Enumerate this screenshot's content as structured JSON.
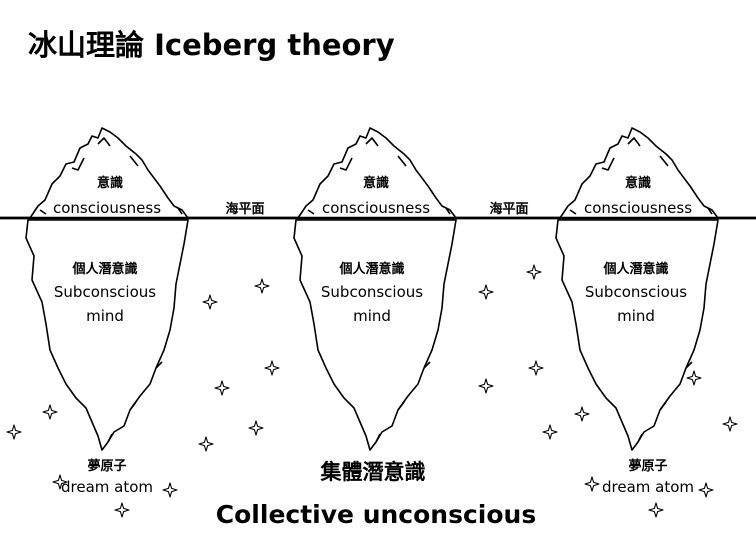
{
  "title": "冰山理論 Iceberg theory",
  "sea_level_label": "海平面",
  "icebergs": [
    {
      "conscious_cn": "意識",
      "conscious_en": "consciousness",
      "subconscious_cn": "個人潛意識",
      "subconscious_en_1": "Subconscious",
      "subconscious_en_2": "mind"
    },
    {
      "conscious_cn": "意識",
      "conscious_en": "consciousness",
      "subconscious_cn": "個人潛意識",
      "subconscious_en_1": "Subconscious",
      "subconscious_en_2": "mind"
    },
    {
      "conscious_cn": "意識",
      "conscious_en": "consciousness",
      "subconscious_cn": "個人潛意識",
      "subconscious_en_1": "Subconscious",
      "subconscious_en_2": "mind"
    }
  ],
  "dream_atom": {
    "cn": "夢原子",
    "en": "dream atom"
  },
  "collective": {
    "cn": "集體潛意識",
    "en": "Collective unconscious"
  }
}
